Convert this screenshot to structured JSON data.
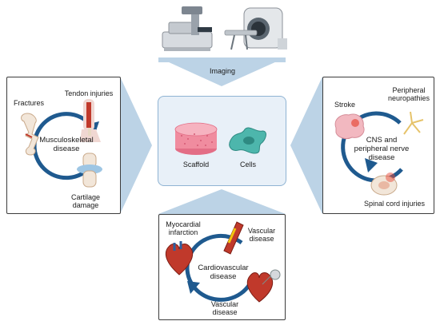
{
  "top": {
    "label": "Imaging"
  },
  "center": {
    "scaffold_label": "Scaffold",
    "cells_label": "Cells"
  },
  "left": {
    "cycle_label_line1": "Musculoskeletal",
    "cycle_label_line2": "disease",
    "items": [
      "Fractures",
      "Tendon injuries",
      "Cartilage",
      "damage"
    ]
  },
  "right": {
    "cycle_label_line1": "CNS and",
    "cycle_label_line2": "peripheral nerve",
    "cycle_label_line3": "disease",
    "items": [
      "Stroke",
      "Peripheral",
      "neuropathies",
      "Spinal cord injuries"
    ]
  },
  "bottom": {
    "cycle_label_line1": "Cardiovascular",
    "cycle_label_line2": "disease",
    "items": [
      "Myocardial",
      "infarction",
      "Vascular",
      "disease",
      "Vascular",
      "disease"
    ]
  },
  "colors": {
    "arrow_fill": "#bcd3e6",
    "center_box_fill": "#e8f0f8",
    "cycle_arrow": "#1f5a8f",
    "scaffold": "#f08c9f",
    "cells": "#4db6ac"
  }
}
